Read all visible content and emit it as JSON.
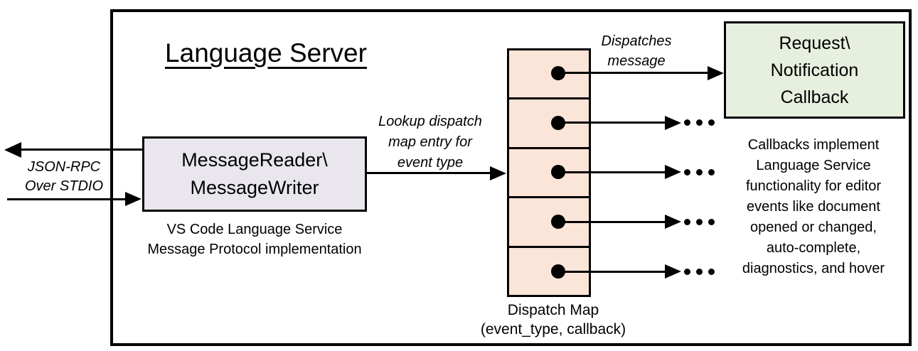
{
  "colors": {
    "message_box_fill": "#E9E7ED",
    "dispatch_map_fill": "#FBE5D8",
    "callback_box_fill": "#E7EFDE",
    "line_color": "#000000"
  },
  "diagram": {
    "title": "Language Server",
    "io_label": {
      "line1": "JSON-RPC",
      "line2": "Over STDIO"
    },
    "message_box": {
      "line1": "MessageReader\\",
      "line2": "MessageWriter"
    },
    "message_box_caption": {
      "line1": "VS Code Language Service",
      "line2": "Message Protocol implementation"
    },
    "lookup_label": {
      "line1": "Lookup dispatch",
      "line2": "map entry for",
      "line3": "event type"
    },
    "dispatches_label": {
      "line1": "Dispatches",
      "line2": "message"
    },
    "dispatch_map": {
      "cell_count": 5,
      "caption_line1": "Dispatch Map",
      "caption_line2": "(event_type, callback)"
    },
    "callback_box": {
      "line1": "Request\\",
      "line2": "Notification",
      "line3": "Callback"
    },
    "callback_caption": [
      "Callbacks implement",
      "Language Service",
      "functionality for editor",
      "events like document",
      "opened or changed,",
      "auto-complete,",
      "diagnostics, and hover"
    ],
    "ellipsis": "•••"
  }
}
